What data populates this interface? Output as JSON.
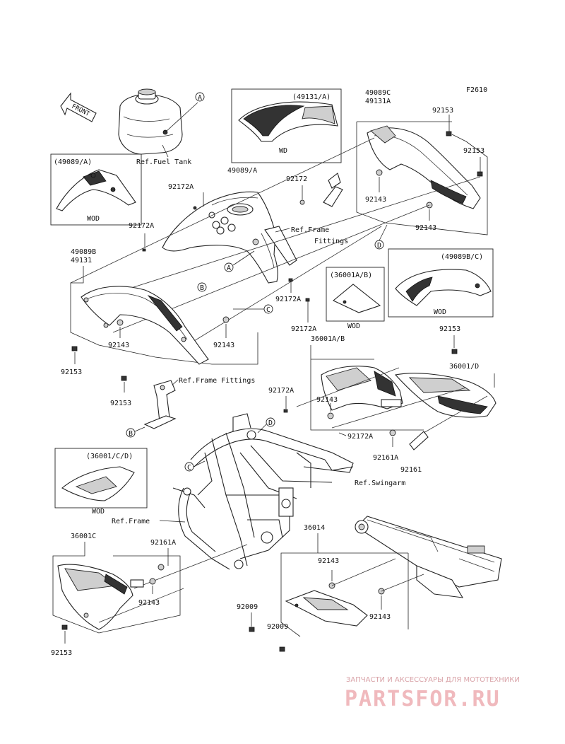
{
  "diagram_code": "F2610",
  "front_label": "FRONT",
  "callouts": [
    "A",
    "B",
    "C",
    "D"
  ],
  "variants": {
    "wd": "WD",
    "wod": "WOD"
  },
  "refs": {
    "fuel_tank": "Ref.Fuel Tank",
    "frame_fittings_1a": "Ref.Frame",
    "frame_fittings_1b": "Fittings",
    "frame_fittings_2": "Ref.Frame Fittings",
    "swingarm": "Ref.Swingarm",
    "frame": "Ref.Frame"
  },
  "boxes": {
    "b49131a": "(49131/A)",
    "b49089a": "(49089/A)",
    "b36001ab": "(36001A/B)",
    "b49089bc": "(49089B/C)",
    "b36001cd": "(36001/C/D)"
  },
  "parts": {
    "p49089c": "49089C",
    "p49131a": "49131A",
    "p92153_a": "92153",
    "p92153_b": "92153",
    "p92172": "92172",
    "p49089a": "49089/A",
    "p92172a_1": "92172A",
    "p92143_1": "92143",
    "p92172a_2": "92172A",
    "p92143_2": "92143",
    "p49089b": "49089B",
    "p49131": "49131",
    "p92172a_3": "92172A",
    "p92143_3": "92143",
    "p92143_4": "92143",
    "p92172a_4": "92172A",
    "p92153_c": "92153",
    "p36001ab": "36001A/B",
    "p92153_d": "92153",
    "p92153_e": "92153",
    "p36001d": "36001/D",
    "p92172a_5": "92172A",
    "p92143_5": "92143",
    "p92172a_6": "92172A",
    "p92161a_1": "92161A",
    "p92161": "92161",
    "p92161a_2": "92161A",
    "p36001c": "36001C",
    "p36014": "36014",
    "p92143_6": "92143",
    "p92143_7": "92143",
    "p92009_1": "92009",
    "p92009_2": "92009",
    "p92143_8": "92143",
    "p92153_f": "92153"
  },
  "watermark": {
    "tagline": "ЗАПЧАСТИ И АКСЕССУАРЫ ДЛЯ МОТОТЕХНИКИ",
    "brand": "PARTSFOR.RU"
  }
}
